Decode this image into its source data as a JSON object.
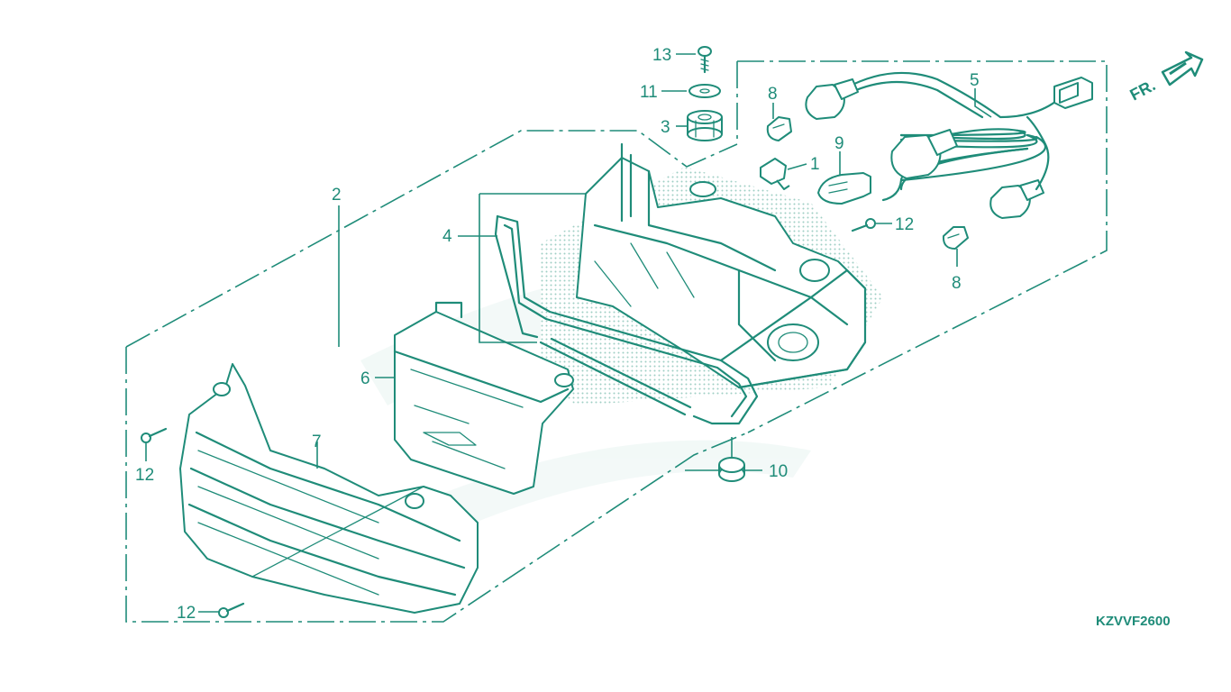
{
  "diagram": {
    "callouts": {
      "p1": "1",
      "p2": "2",
      "p3": "3",
      "p4": "4",
      "p5": "5",
      "p6": "6",
      "p7": "7",
      "p8a": "8",
      "p8b": "8",
      "p9": "9",
      "p10": "10",
      "p11": "11",
      "p12a": "12",
      "p12b": "12",
      "p12c": "12",
      "p13": "13"
    },
    "direction_label": "FR.",
    "drawing_code": "KZVVF2600",
    "colors": {
      "line": "#1f8c79",
      "fill": "#ffffff",
      "shade": "#b9dcd4"
    }
  }
}
